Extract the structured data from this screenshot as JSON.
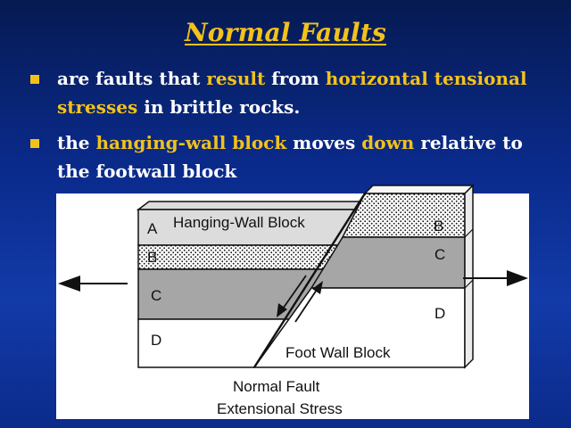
{
  "slide": {
    "title": "Normal Faults",
    "bullets": [
      {
        "prefix": "are faults that ",
        "highlight1": "result",
        "middle1": " from ",
        "highlight2": "horizontal tensional stresses",
        "suffix": " in brittle rocks."
      },
      {
        "prefix": "the ",
        "highlight1": "hanging-wall block",
        "middle1": " moves ",
        "highlight2": "down",
        "suffix": " relative to the footwall block"
      }
    ]
  },
  "diagram": {
    "hanging_wall_label": "Hanging-Wall Block",
    "foot_wall_label": "Foot Wall Block",
    "caption_line1": "Normal Fault",
    "caption_line2": "Extensional Stress",
    "left_layers": [
      "A",
      "B",
      "C",
      "D"
    ],
    "right_layers": [
      "B",
      "C",
      "D"
    ]
  }
}
